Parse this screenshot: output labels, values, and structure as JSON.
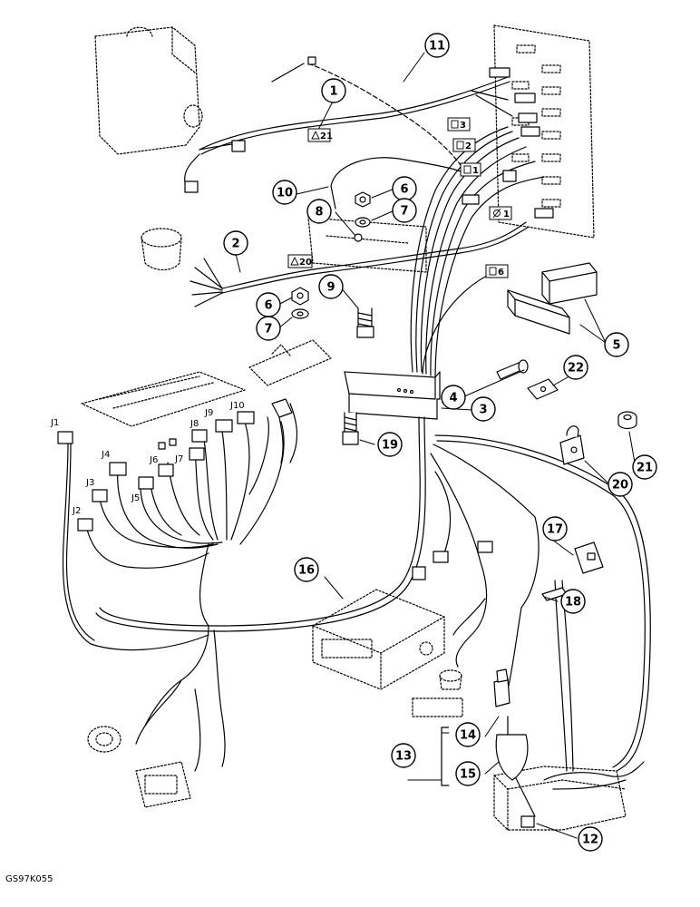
{
  "diagram": {
    "drawing_code": "GS97K055",
    "callouts": [
      {
        "id": "1",
        "label": "1"
      },
      {
        "id": "2",
        "label": "2"
      },
      {
        "id": "3",
        "label": "3"
      },
      {
        "id": "4",
        "label": "4"
      },
      {
        "id": "5",
        "label": "5"
      },
      {
        "id": "6a",
        "label": "6"
      },
      {
        "id": "6b",
        "label": "6"
      },
      {
        "id": "7a",
        "label": "7"
      },
      {
        "id": "7b",
        "label": "7"
      },
      {
        "id": "8",
        "label": "8"
      },
      {
        "id": "9",
        "label": "9"
      },
      {
        "id": "10",
        "label": "10"
      },
      {
        "id": "11",
        "label": "11"
      },
      {
        "id": "12",
        "label": "12"
      },
      {
        "id": "13",
        "label": "13"
      },
      {
        "id": "14",
        "label": "14"
      },
      {
        "id": "15",
        "label": "15"
      },
      {
        "id": "16",
        "label": "16"
      },
      {
        "id": "17",
        "label": "17"
      },
      {
        "id": "18",
        "label": "18"
      },
      {
        "id": "19",
        "label": "19"
      },
      {
        "id": "20",
        "label": "20"
      },
      {
        "id": "21",
        "label": "21"
      },
      {
        "id": "22",
        "label": "22"
      }
    ],
    "connector_labels": [
      {
        "id": "J1",
        "label": "J1"
      },
      {
        "id": "J2",
        "label": "J2"
      },
      {
        "id": "J3",
        "label": "J3"
      },
      {
        "id": "J4",
        "label": "J4"
      },
      {
        "id": "J5",
        "label": "J5"
      },
      {
        "id": "J6",
        "label": "J6"
      },
      {
        "id": "J7",
        "label": "J7"
      },
      {
        "id": "J8",
        "label": "J8"
      },
      {
        "id": "J9",
        "label": "J9"
      },
      {
        "id": "J10",
        "label": "J10"
      }
    ],
    "wire_tags": [
      {
        "id": "t21",
        "label": "21"
      },
      {
        "id": "t20",
        "label": "20"
      },
      {
        "id": "t3",
        "label": "3"
      },
      {
        "id": "t2",
        "label": "2"
      },
      {
        "id": "t1",
        "label": "1"
      },
      {
        "id": "tf1",
        "label": "1"
      },
      {
        "id": "t6",
        "label": "6"
      }
    ]
  }
}
